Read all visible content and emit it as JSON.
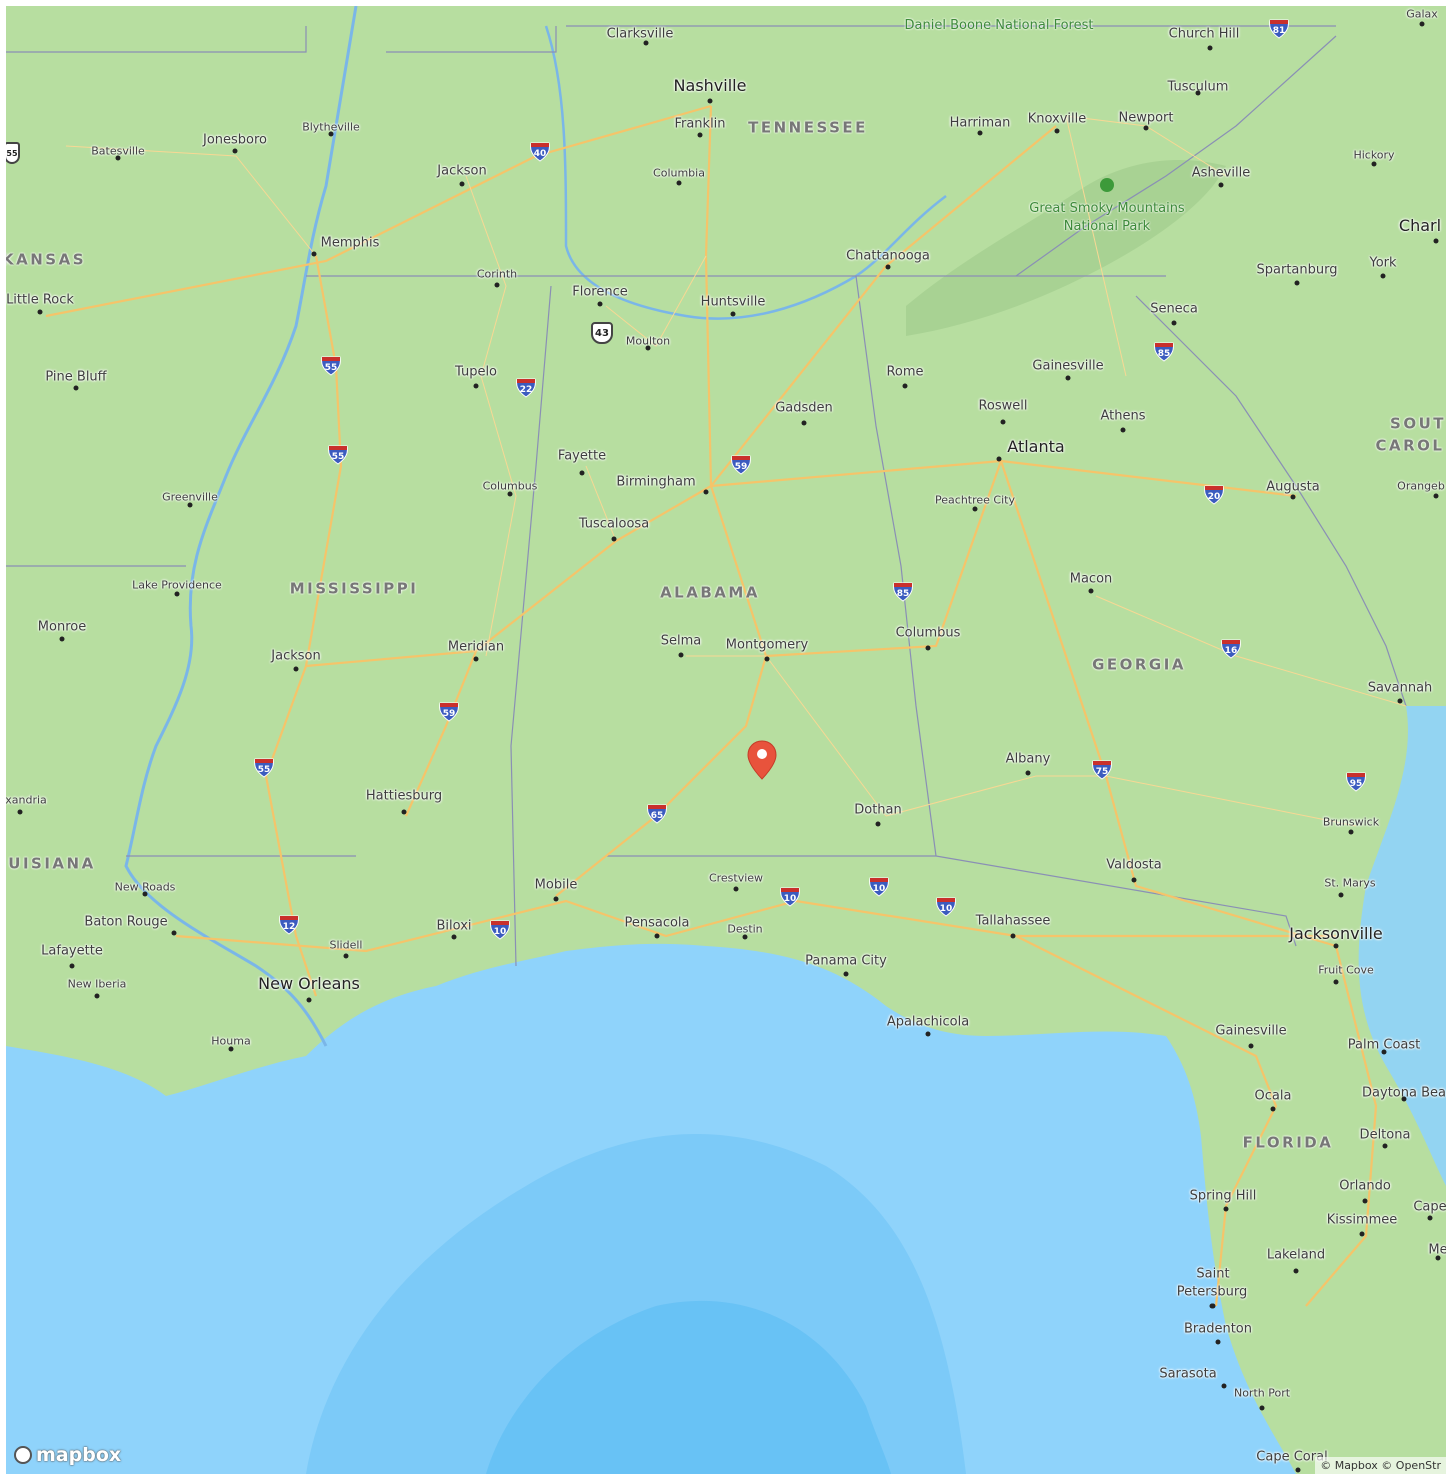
{
  "map": {
    "attribution": "© Mapbox © OpenStr",
    "logo_text": "mapbox",
    "colors": {
      "water": "#8fd3fb",
      "land": "#b7dea0",
      "road": "#f5c46a",
      "border": "#8a8fb5",
      "marker": "#e8533c",
      "shield_blue": "#3b5bbf",
      "shield_red": "#c9302c"
    },
    "states": [
      {
        "id": "tennessee",
        "name": "TENNESSEE"
      },
      {
        "id": "alabama",
        "name": "ALABAMA"
      },
      {
        "id": "mississippi",
        "name": "MISSISSIPPI"
      },
      {
        "id": "georgia",
        "name": "GEORGIA"
      },
      {
        "id": "florida",
        "name": "FLORIDA"
      },
      {
        "id": "louisiana",
        "name": "UISIANA"
      },
      {
        "id": "arkansas",
        "name": "KANSAS"
      },
      {
        "id": "south-carolina-1",
        "name": "SOUT"
      },
      {
        "id": "south-carolina-2",
        "name": "CAROL"
      }
    ],
    "parks": [
      {
        "id": "daniel-boone",
        "name": "Daniel Boone National Forest"
      },
      {
        "id": "great-smoky",
        "name": "Great Smoky Mountains National Park"
      }
    ],
    "cities": [
      {
        "name": "Clarksville"
      },
      {
        "name": "Nashville"
      },
      {
        "name": "Franklin"
      },
      {
        "name": "Columbia"
      },
      {
        "name": "Jackson"
      },
      {
        "name": "Memphis"
      },
      {
        "name": "Jonesboro"
      },
      {
        "name": "Batesville"
      },
      {
        "name": "Blytheville"
      },
      {
        "name": "Little Rock"
      },
      {
        "name": "Pine Bluff"
      },
      {
        "name": "Corinth"
      },
      {
        "name": "Florence"
      },
      {
        "name": "Huntsville"
      },
      {
        "name": "Moulton"
      },
      {
        "name": "Chattanooga"
      },
      {
        "name": "Harriman"
      },
      {
        "name": "Knoxville"
      },
      {
        "name": "Newport"
      },
      {
        "name": "Tusculum"
      },
      {
        "name": "Church Hill"
      },
      {
        "name": "Galax"
      },
      {
        "name": "Hickory"
      },
      {
        "name": "Asheville"
      },
      {
        "name": "Charl"
      },
      {
        "name": "Spartanburg"
      },
      {
        "name": "York"
      },
      {
        "name": "Seneca"
      },
      {
        "name": "Gainesville"
      },
      {
        "name": "Rome"
      },
      {
        "name": "Gadsden"
      },
      {
        "name": "Roswell"
      },
      {
        "name": "Athens"
      },
      {
        "name": "Atlanta"
      },
      {
        "name": "Tupelo"
      },
      {
        "name": "Fayette"
      },
      {
        "name": "Birmingham"
      },
      {
        "name": "Columbus"
      },
      {
        "name": "Greenville"
      },
      {
        "name": "Tuscaloosa"
      },
      {
        "name": "Peachtree City"
      },
      {
        "name": "Augusta"
      },
      {
        "name": "Orangeb"
      },
      {
        "name": "Lake Providence"
      },
      {
        "name": "Monroe"
      },
      {
        "name": "Jackson"
      },
      {
        "name": "Meridian"
      },
      {
        "name": "Selma"
      },
      {
        "name": "Montgomery"
      },
      {
        "name": "Columbus"
      },
      {
        "name": "Macon"
      },
      {
        "name": "Savannah"
      },
      {
        "name": "Albany"
      },
      {
        "name": "Hattiesburg"
      },
      {
        "name": "xandria"
      },
      {
        "name": "Dothan"
      },
      {
        "name": "Brunswick"
      },
      {
        "name": "Valdosta"
      },
      {
        "name": "New Roads"
      },
      {
        "name": "Mobile"
      },
      {
        "name": "Crestview"
      },
      {
        "name": "St. Marys"
      },
      {
        "name": "Baton Rouge"
      },
      {
        "name": "Biloxi"
      },
      {
        "name": "Pensacola"
      },
      {
        "name": "Destin"
      },
      {
        "name": "Tallahassee"
      },
      {
        "name": "Jacksonville"
      },
      {
        "name": "Lafayette"
      },
      {
        "name": "Slidell"
      },
      {
        "name": "Panama City"
      },
      {
        "name": "Fruit Cove"
      },
      {
        "name": "New Iberia"
      },
      {
        "name": "New Orleans"
      },
      {
        "name": "Apalachicola"
      },
      {
        "name": "Houma"
      },
      {
        "name": "Gainesville"
      },
      {
        "name": "Palm Coast"
      },
      {
        "name": "Ocala"
      },
      {
        "name": "Daytona Bea"
      },
      {
        "name": "Deltona"
      },
      {
        "name": "Orlando"
      },
      {
        "name": "Spring Hill"
      },
      {
        "name": "Cape"
      },
      {
        "name": "Kissimmee"
      },
      {
        "name": "Lakeland"
      },
      {
        "name": "Me"
      },
      {
        "name": "Saint"
      },
      {
        "name": "Petersburg"
      },
      {
        "name": "Bradenton"
      },
      {
        "name": "Sarasota"
      },
      {
        "name": "North Port"
      },
      {
        "name": "Cape Coral"
      }
    ],
    "interstates": [
      "81",
      "40",
      "55",
      "22",
      "55",
      "59",
      "20",
      "85",
      "16",
      "85",
      "59",
      "55",
      "65",
      "10",
      "10",
      "10",
      "12",
      "75",
      "95",
      "10",
      "65"
    ],
    "us_routes": [
      "43",
      "55"
    ]
  }
}
